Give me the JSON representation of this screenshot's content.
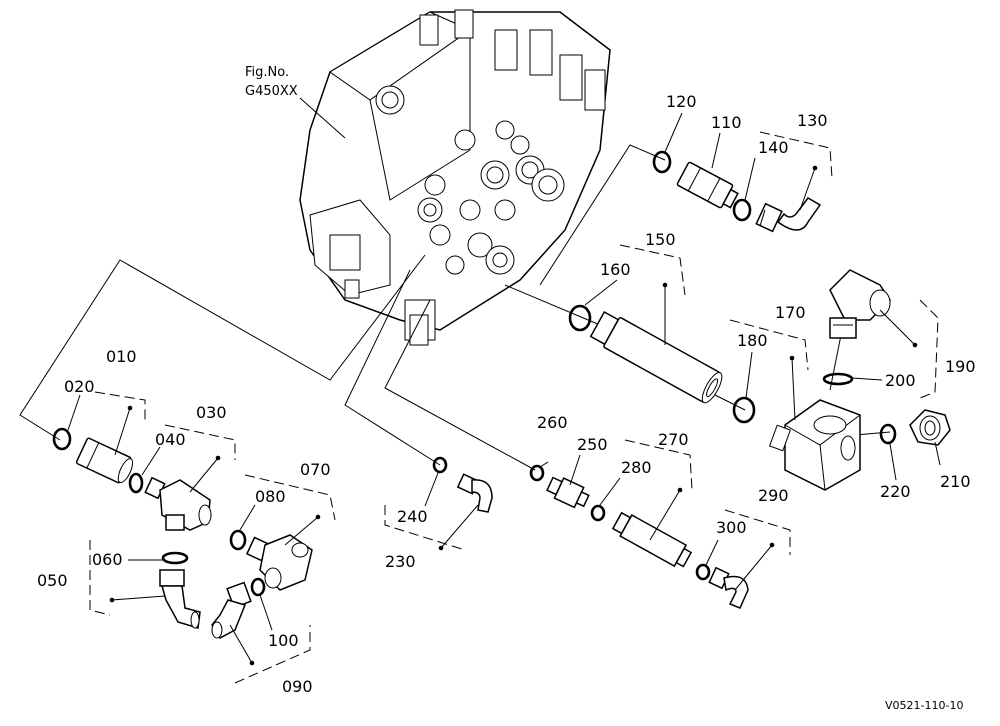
{
  "figure": {
    "label": "Fig.No.",
    "number": "G450XX",
    "drawing_code": "V0521-110-10"
  },
  "parts": [
    "010",
    "020",
    "030",
    "040",
    "050",
    "060",
    "070",
    "080",
    "090",
    "100",
    "110",
    "120",
    "130",
    "140",
    "150",
    "160",
    "170",
    "180",
    "190",
    "200",
    "210",
    "220",
    "230",
    "240",
    "250",
    "260",
    "270",
    "280",
    "290",
    "300"
  ]
}
